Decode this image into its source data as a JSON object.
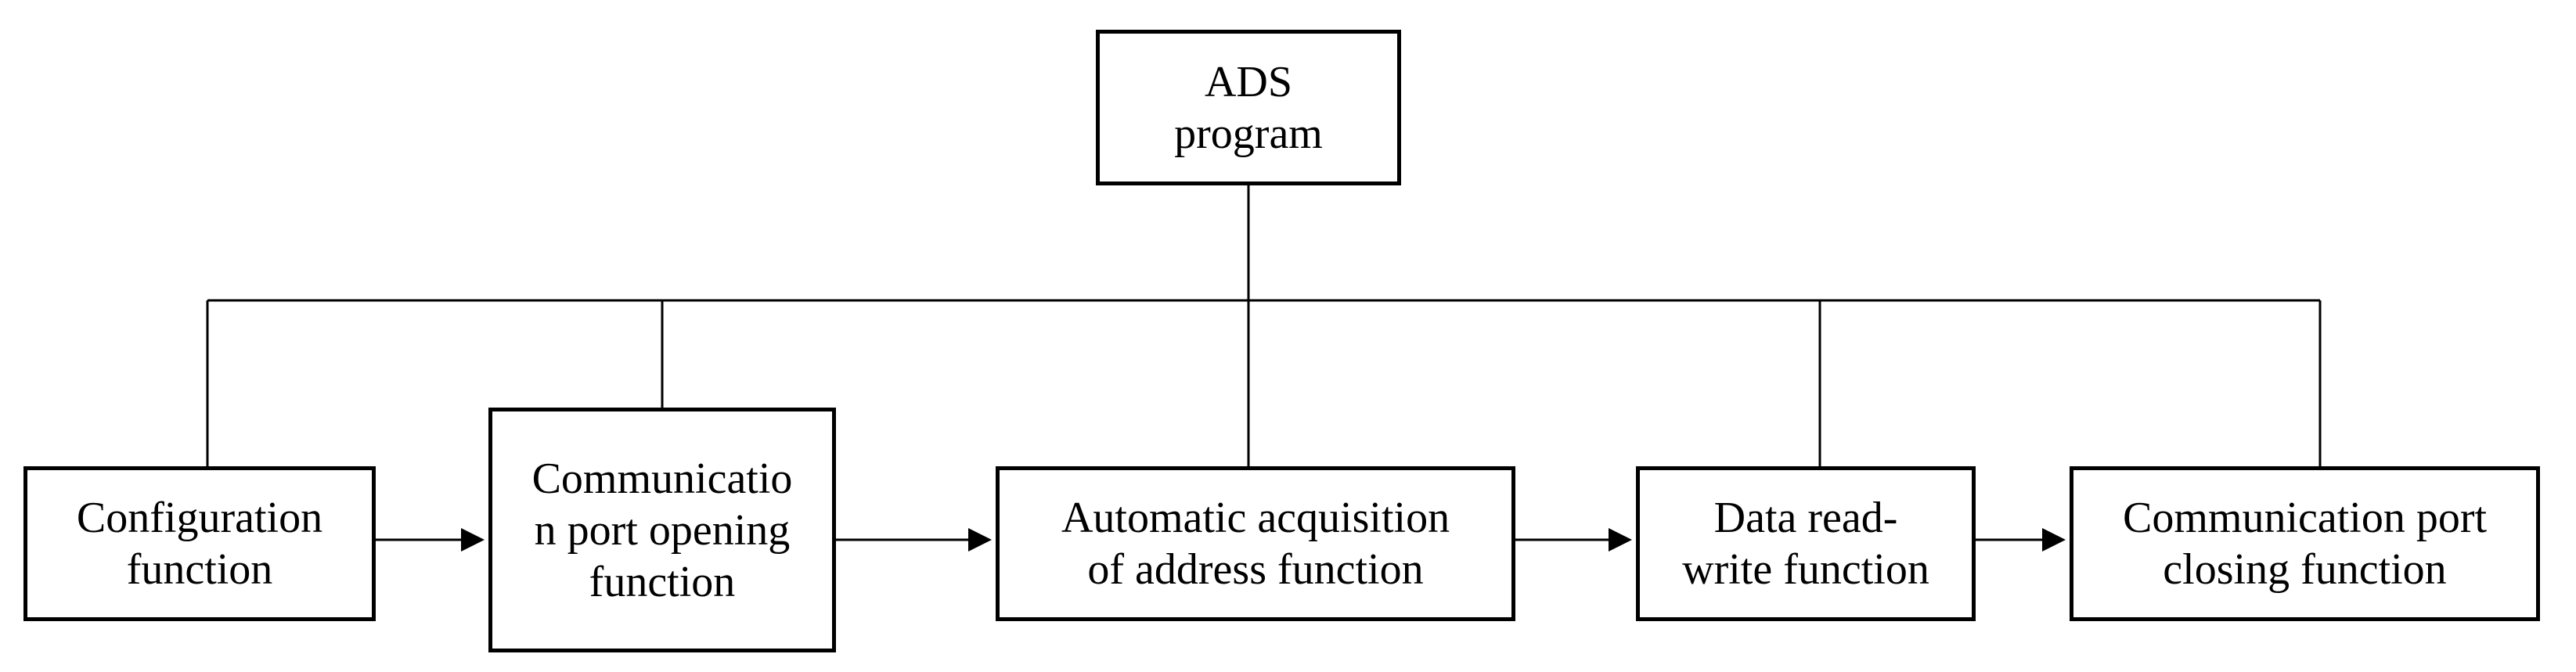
{
  "diagram": {
    "root": {
      "label": "ADS\nprogram"
    },
    "functions": [
      {
        "id": "config",
        "label": "Configuration\nfunction"
      },
      {
        "id": "open",
        "label": "Communicatio\nn port opening\nfunction"
      },
      {
        "id": "auto",
        "label": "Automatic acquisition\nof address function"
      },
      {
        "id": "rw",
        "label": "Data read-\nwrite function"
      },
      {
        "id": "close",
        "label": "Communication port\nclosing function"
      }
    ],
    "sequence": [
      "config",
      "open",
      "auto",
      "rw",
      "close"
    ]
  }
}
